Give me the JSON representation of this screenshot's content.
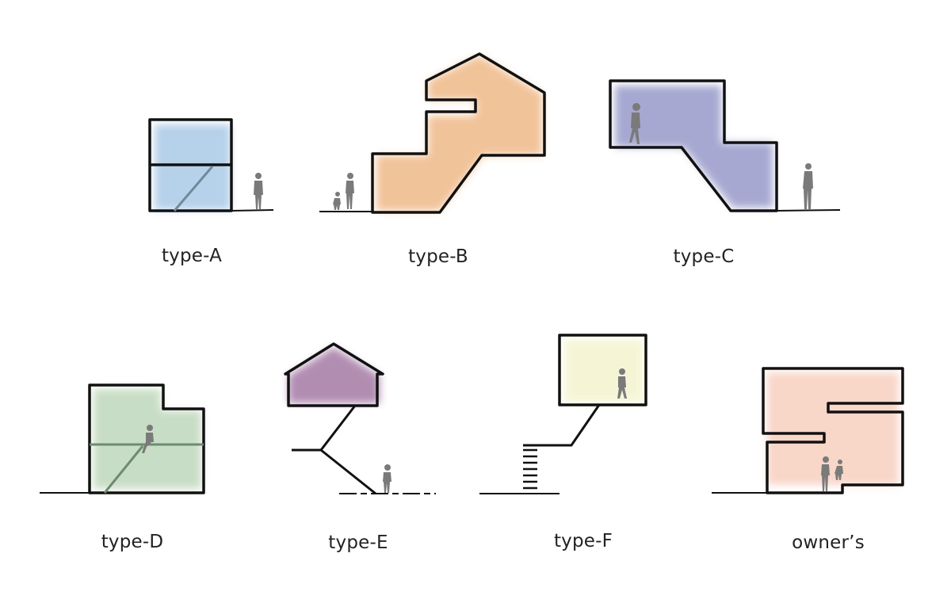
{
  "types": [
    {
      "key": "a",
      "label": "type-A",
      "fill": "#b3cfe9"
    },
    {
      "key": "b",
      "label": "type-B",
      "fill": "#f1c094"
    },
    {
      "key": "c",
      "label": "type-C",
      "fill": "#a2a4cf"
    },
    {
      "key": "d",
      "label": "type-D",
      "fill": "#c6dcc2"
    },
    {
      "key": "e",
      "label": "type-E",
      "fill": "#ad87ae"
    },
    {
      "key": "f",
      "label": "type-F",
      "fill": "#f5f5d4"
    },
    {
      "key": "o",
      "label": "owner’s",
      "fill": "#f8d4c6"
    }
  ],
  "colors": {
    "line": "#111111",
    "figure": "#7a7a7a"
  }
}
